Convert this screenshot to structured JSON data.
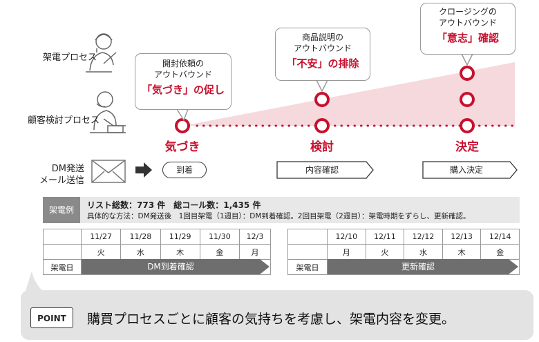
{
  "processes": {
    "call": "架電プロセス",
    "customer": "顧客検討プロセス",
    "dm_line1": "DM発送",
    "dm_line2": "メール送信"
  },
  "bubbles": [
    {
      "line1": "開封依頼の",
      "line2": "アウトバウンド",
      "highlight": "「気づき」の促し"
    },
    {
      "line1": "商品説明の",
      "line2": "アウトバウンド",
      "highlight": "「不安」の排除"
    },
    {
      "line1": "クロージングの",
      "line2": "アウトバウンド",
      "highlight": "「意志」確認"
    }
  ],
  "stages": [
    "気づき",
    "検討",
    "決定"
  ],
  "dm_steps": [
    "到着",
    "内容確認",
    "購入決定"
  ],
  "example": {
    "label": "架電例",
    "line1": "リスト総数：773 件　総コール数：1,435 件",
    "line2": "具体的な方法：DM発送後　1回目架電（1週目）：DM到着確認。2回目架電（2週目）：架電時期をずらし、更新確認。"
  },
  "calendar1": {
    "dates": [
      "11/27",
      "11/28",
      "11/29",
      "11/30",
      "12/3"
    ],
    "days": [
      "火",
      "水",
      "木",
      "金",
      "月"
    ],
    "row_label": "架電日",
    "bar_label": "DM到着確認"
  },
  "calendar2": {
    "dates": [
      "12/10",
      "12/11",
      "12/12",
      "12/13",
      "12/14"
    ],
    "days": [
      "月",
      "火",
      "水",
      "木",
      "金"
    ],
    "row_label": "架電日",
    "bar_label": "更新確認"
  },
  "point": {
    "tag": "POINT",
    "text": "購買プロセスごとに顧客の気持ちを考慮し、架電内容を変更。"
  },
  "colors": {
    "accent": "#c8102e",
    "gray_arrow": "#6e6e6e",
    "pink": "#f6d9dc"
  },
  "icons": [
    "phone-operator-icon",
    "thinking-customer-icon",
    "envelope-icon",
    "right-arrow-icon"
  ]
}
